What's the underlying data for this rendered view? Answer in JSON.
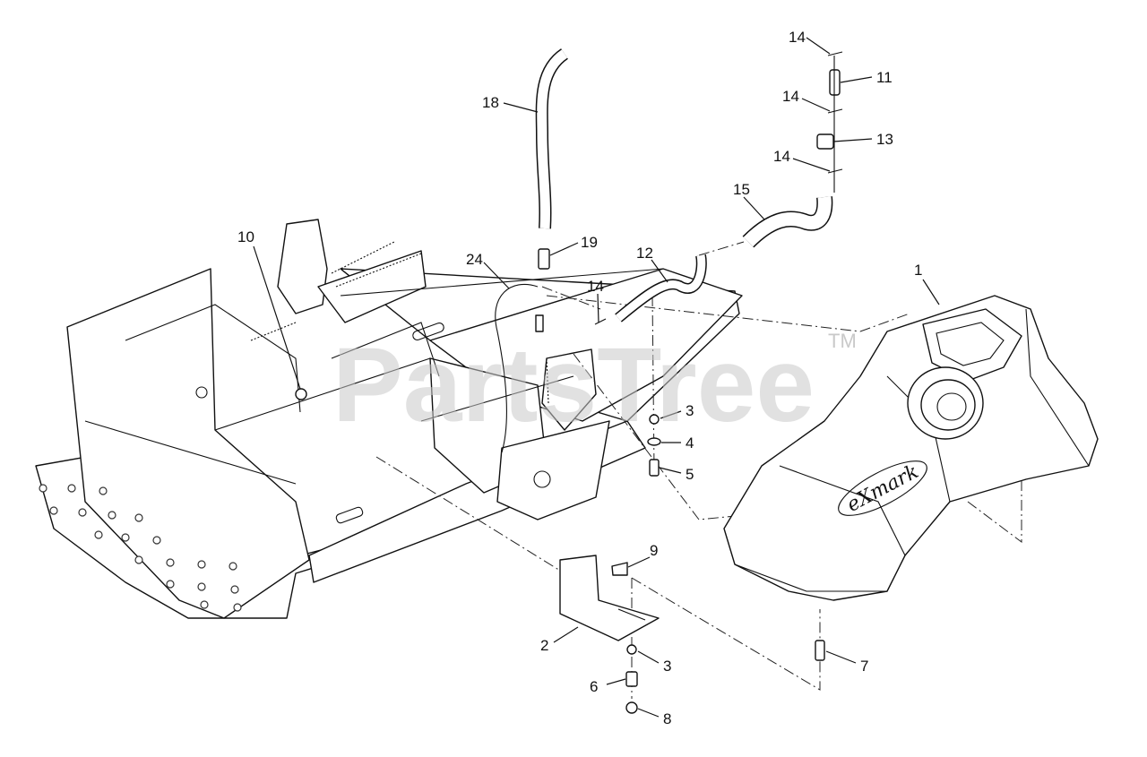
{
  "watermark": {
    "text": "PartsTree",
    "trademark": "TM"
  },
  "brand_mark": "eXmark",
  "callouts": [
    {
      "id": "c1",
      "label": "1"
    },
    {
      "id": "c2",
      "label": "2"
    },
    {
      "id": "c3a",
      "label": "3"
    },
    {
      "id": "c3b",
      "label": "3"
    },
    {
      "id": "c4",
      "label": "4"
    },
    {
      "id": "c5",
      "label": "5"
    },
    {
      "id": "c6",
      "label": "6"
    },
    {
      "id": "c7",
      "label": "7"
    },
    {
      "id": "c8",
      "label": "8"
    },
    {
      "id": "c9",
      "label": "9"
    },
    {
      "id": "c10",
      "label": "10"
    },
    {
      "id": "c11",
      "label": "11"
    },
    {
      "id": "c12",
      "label": "12"
    },
    {
      "id": "c13",
      "label": "13"
    },
    {
      "id": "c14a",
      "label": "14"
    },
    {
      "id": "c14b",
      "label": "14"
    },
    {
      "id": "c14c",
      "label": "14"
    },
    {
      "id": "c14d",
      "label": "14"
    },
    {
      "id": "c15",
      "label": "15"
    },
    {
      "id": "c18",
      "label": "18"
    },
    {
      "id": "c19",
      "label": "19"
    },
    {
      "id": "c24",
      "label": "24"
    }
  ]
}
